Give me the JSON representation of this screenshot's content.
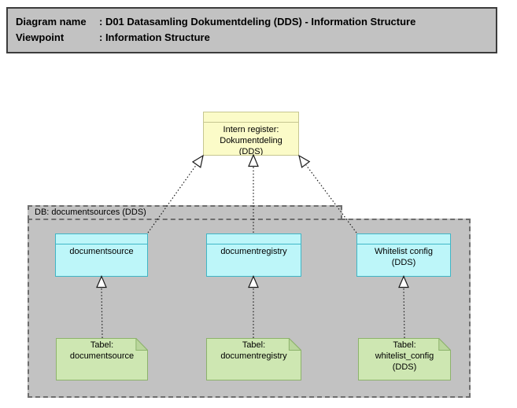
{
  "header": {
    "line1": {
      "label": "Diagram name",
      "value": ": D01 Datasamling Dokumentdeling (DDS) - Information Structure"
    },
    "line2": {
      "label": "Viewpoint",
      "value": ": Information Structure"
    }
  },
  "business_object": {
    "label": "Intern register: Dokumentdeling (DDS)"
  },
  "package": {
    "title": "DB: documentsources (DDS)"
  },
  "entities": [
    {
      "label": "documentsource"
    },
    {
      "label": "documentregistry"
    },
    {
      "label": "Whitelist config (DDS)"
    }
  ],
  "notes": [
    {
      "label": "Tabel: documentsource"
    },
    {
      "label": "Tabel: documentregistry"
    },
    {
      "label": "Tabel: whitelist_config (DDS)"
    }
  ],
  "colors": {
    "header_fill": "#c2c2c2",
    "header_border": "#3c3c3c",
    "object_fill": "#fbfbc8",
    "object_border": "#c6c691",
    "entity_fill": "#bdf6f9",
    "entity_border": "#3fb6c6",
    "note_fill": "#cee7b2",
    "note_fold": "#bad69c",
    "note_border": "#8cb26b",
    "package_fill": "#c2c2c2",
    "package_border": "#6e6e6e",
    "line_color": "#1a1a1a"
  }
}
